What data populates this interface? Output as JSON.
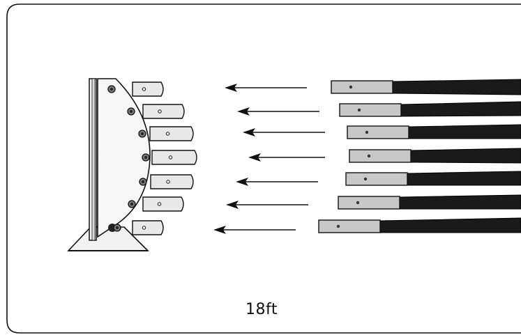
{
  "diagram": {
    "caption": "18ft",
    "colors": {
      "frame": "#111111",
      "sleeve": "#c8c8c8",
      "arm": "#1a1a1a",
      "metal": "#e8e8e8",
      "bolt": "#7a7a7a"
    },
    "components": {
      "bracket": "mounting-bracket",
      "sockets": 7,
      "arrows": 7,
      "arms": 7
    }
  }
}
